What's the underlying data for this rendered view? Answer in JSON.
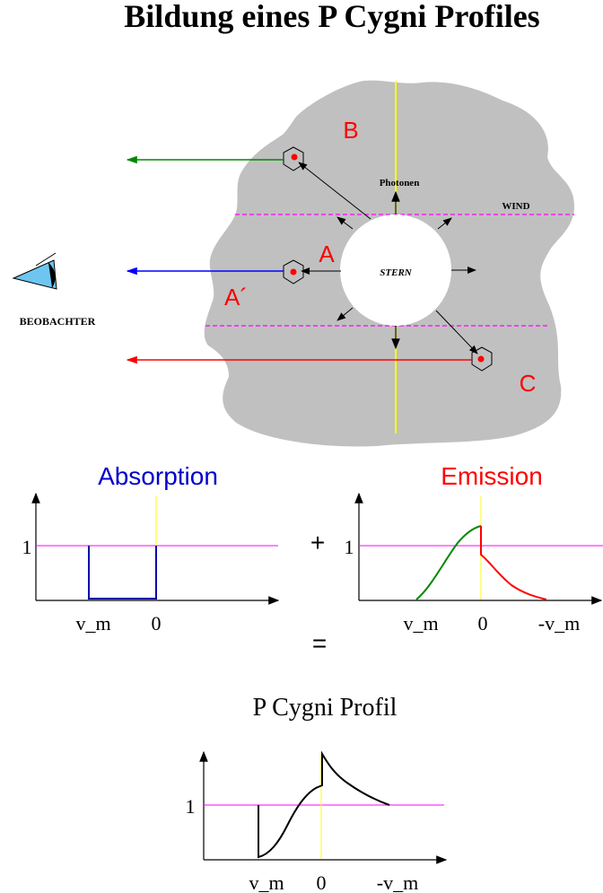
{
  "title": "Bildung eines P Cygni Profiles",
  "diagram": {
    "region_labels": {
      "a": "A",
      "a_prime": "A´",
      "b": "B",
      "c": "C"
    },
    "labels": {
      "photonen": "Photonen",
      "wind": "WIND",
      "stern": "STERN",
      "beobachter": "BEOBACHTER"
    },
    "colors": {
      "wind": "#c0c0c0",
      "region_label": "#ff0000",
      "green_ray": "#008800",
      "blue_ray": "#0000ff",
      "red_ray": "#ff0000",
      "dashed_line": "#ff00ff",
      "axis_line": "#ffff00",
      "eye": "#6ec6f0"
    },
    "icons": [
      "eye-icon"
    ]
  },
  "plots": {
    "absorption": {
      "title": "Absorption",
      "title_color": "#0000cc",
      "y_label": "1",
      "x_ticks": [
        "v_m",
        "0"
      ]
    },
    "emission": {
      "title": "Emission",
      "title_color": "#ff0000",
      "y_label": "1",
      "x_ticks": [
        "v_m",
        "0",
        "-v_m"
      ]
    },
    "profile": {
      "title": "P Cygni Profil",
      "y_label": "1",
      "x_ticks": [
        "v_m",
        "0",
        "-v_m"
      ]
    },
    "operators": {
      "plus": "+",
      "equals": "="
    }
  }
}
